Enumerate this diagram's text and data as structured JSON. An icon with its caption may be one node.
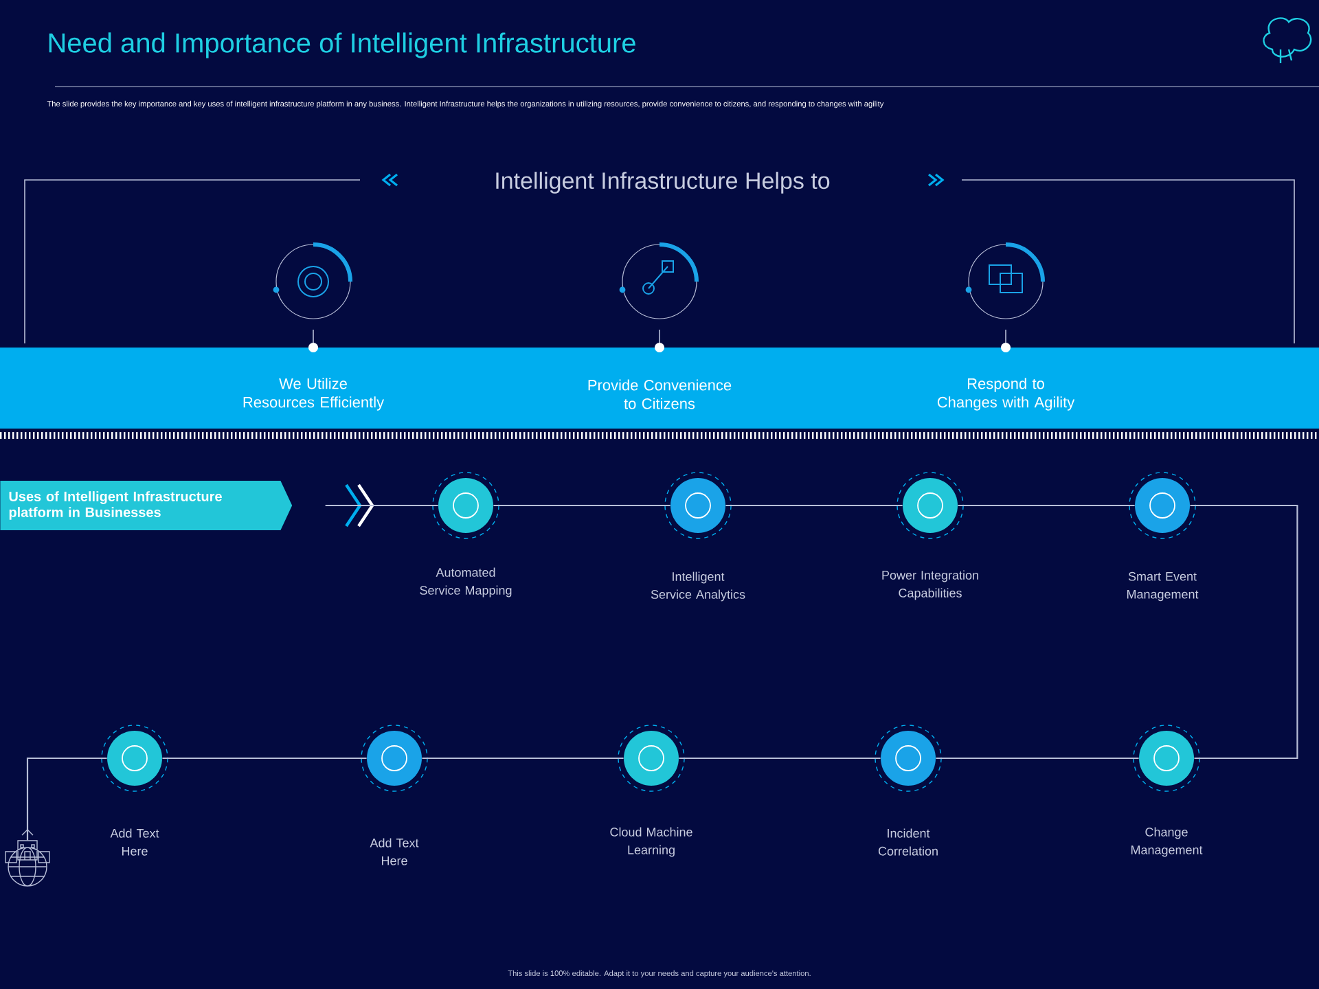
{
  "diagram": {
    "title": "Need and Importance of Intelligent Infrastructure",
    "nodes": [
      {
        "text": [
          "Intelligent Infrastructure Helps to"
        ]
      },
      {
        "text": [
          "We Utilize Resources Efficiently"
        ]
      },
      {
        "text": [
          "Provide Convenience to Citizens"
        ]
      },
      {
        "text": [
          "Respond to Changes with Agility"
        ]
      },
      {
        "text": [
          "Uses of Intelligent Infrastructure platform in Businesses"
        ]
      },
      {
        "text": [
          "Automated Service Mapping"
        ]
      },
      {
        "text": [
          "Intelligent Service Analytics"
        ]
      },
      {
        "text": [
          "Power Integration Capabilities"
        ]
      },
      {
        "text": [
          "Smart Event Management"
        ]
      },
      {
        "text": [
          "Add Text Here"
        ]
      },
      {
        "text": [
          "Add Text Here"
        ]
      },
      {
        "text": [
          "Cloud Machine Learning"
        ]
      },
      {
        "text": [
          "Incident Correlation"
        ]
      },
      {
        "text": [
          "Change Management"
        ]
      },
      {
        "text": [],
        "shape": "picture"
      }
    ],
    "edges": [
      {
        "from": 4,
        "to": 5,
        "arrow": "none"
      },
      {
        "from": 5,
        "to": 6,
        "arrow": "none"
      },
      {
        "from": 6,
        "to": 7,
        "arrow": "none"
      },
      {
        "from": 7,
        "to": 8,
        "arrow": "none"
      },
      {
        "from": 8,
        "to": 13,
        "arrow": "none"
      },
      {
        "from": 13,
        "to": 12,
        "arrow": "none"
      },
      {
        "from": 12,
        "to": 11,
        "arrow": "none"
      },
      {
        "from": 11,
        "to": 10,
        "arrow": "none"
      },
      {
        "from": 10,
        "to": 9,
        "arrow": "none"
      },
      {
        "from": 9,
        "to": 14,
        "arrow": "none"
      }
    ],
    "labels": [
      "The slide provides the key importance and key uses of intelligent infrastructure platform in any business. Intelligent Infrastructure helps the organizations in utilizing resources, provide convenience to citizens, and responding to changes with agility",
      "This slide is 100% editable. Adapt it to your needs and capture your audience's attention."
    ]
  }
}
